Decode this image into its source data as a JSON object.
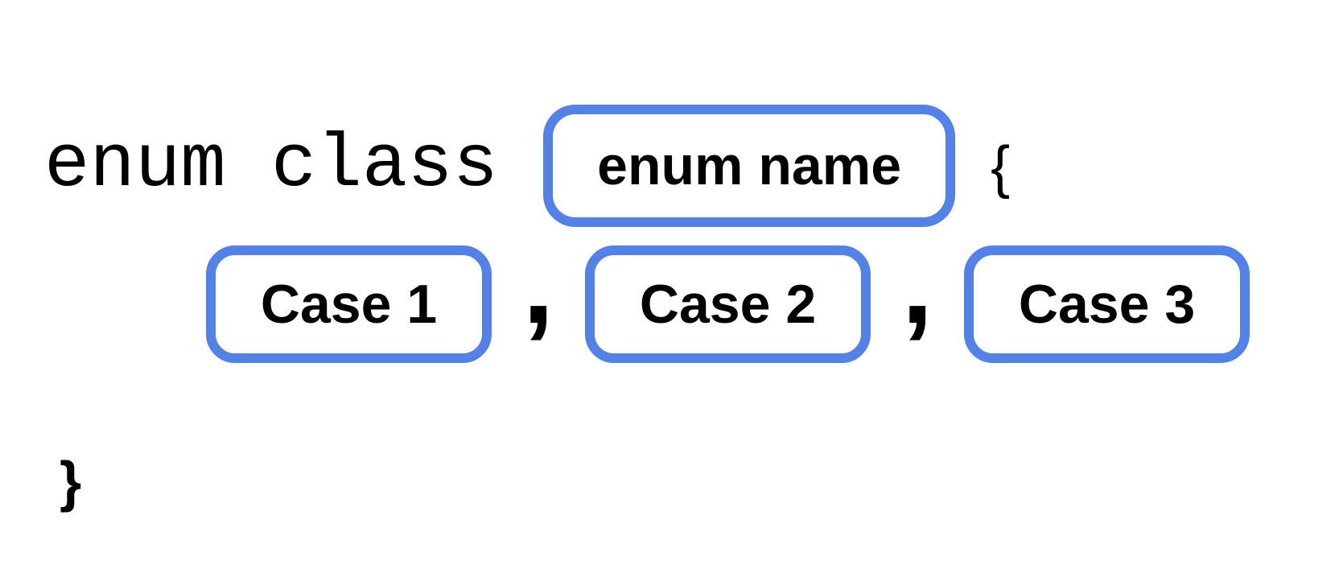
{
  "colors": {
    "accent": "#5282e8",
    "text": "#000000",
    "background": "#ffffff"
  },
  "diagram": {
    "declaration": {
      "keyword": "enum class",
      "name_placeholder": "enum name",
      "open_brace": "{"
    },
    "separator": ",",
    "cases": [
      {
        "label": "Case 1"
      },
      {
        "label": "Case 2"
      },
      {
        "label": "Case 3"
      }
    ],
    "close_brace": "}"
  }
}
